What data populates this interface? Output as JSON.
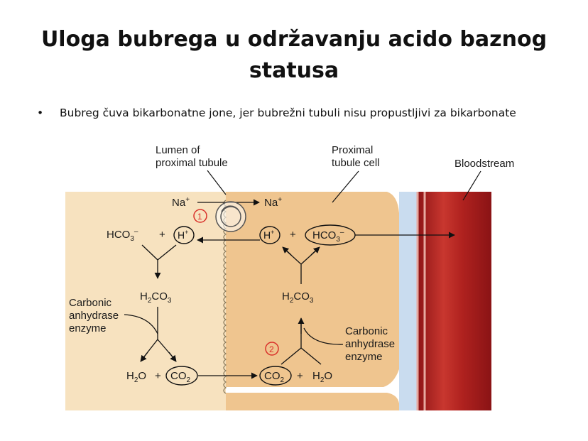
{
  "slide": {
    "title_line1": "Uloga bubrega u održavanju acido baznog",
    "title_line2": "statusa",
    "bullet": "Bubreg čuva bikarbonatne jone, jer bubrežni tubuli nisu propustljivi za bikarbonate"
  },
  "diagram": {
    "labels": {
      "lumen_line1": "Lumen of",
      "lumen_line2": "proximal tubule",
      "cell_line1": "Proximal",
      "cell_line2": "tubule cell",
      "bloodstream": "Bloodstream"
    },
    "lumen": {
      "na": "Na",
      "na_sup": "+",
      "hco3": "HCO",
      "hco3_sub": "3",
      "hco3_sup": "–",
      "plus1": "+",
      "h": "H",
      "h_sup": "+",
      "enzyme_line1": "Carbonic",
      "enzyme_line2": "anhydrase",
      "enzyme_line3": "enzyme",
      "h2co3_a": "H",
      "h2co3_b": "2",
      "h2co3_c": "CO",
      "h2co3_d": "3",
      "h2o_a": "H",
      "h2o_b": "2",
      "h2o_c": "O",
      "plus2": "+",
      "co2_a": "CO",
      "co2_b": "2"
    },
    "cell": {
      "na": "Na",
      "na_sup": "+",
      "h": "H",
      "h_sup": "+",
      "plus1": "+",
      "hco3": "HCO",
      "hco3_sub": "3",
      "hco3_sup": "–",
      "h2co3_a": "H",
      "h2co3_b": "2",
      "h2co3_c": "CO",
      "h2co3_d": "3",
      "enzyme_line1": "Carbonic",
      "enzyme_line2": "anhydrase",
      "enzyme_line3": "enzyme",
      "co2_a": "CO",
      "co2_b": "2",
      "plus2": "+",
      "h2o_a": "H",
      "h2o_b": "2",
      "h2o_c": "O"
    },
    "markers": {
      "one": "1",
      "two": "2"
    },
    "colors": {
      "lumen_bg": "#f7e2bf",
      "cell_bg": "#efc58f",
      "interstitial": "#c9dcef",
      "blood_dark": "#a3191c",
      "blood_mid": "#c8372f",
      "marker_red": "#d9302a"
    }
  }
}
